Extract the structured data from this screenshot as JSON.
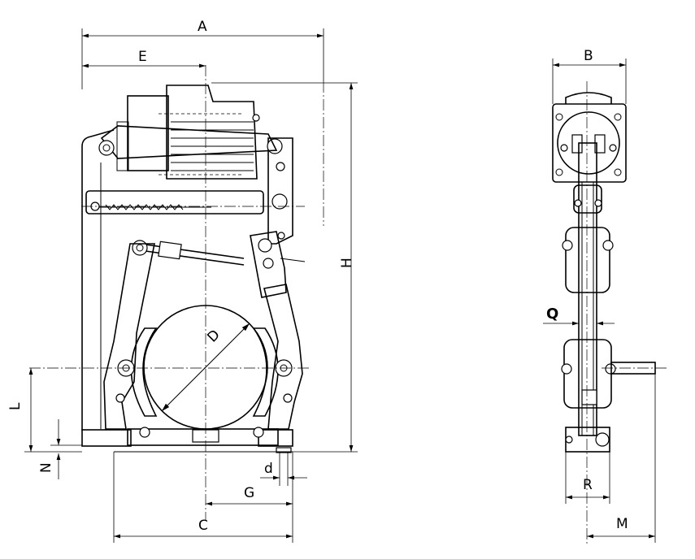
{
  "labels": {
    "A": "A",
    "E": "E",
    "H": "H",
    "L": "L",
    "N": "N",
    "D": "D",
    "d": "d",
    "G": "G",
    "C": "C",
    "B": "B",
    "Q": "Q",
    "R": "R",
    "M": "M"
  }
}
